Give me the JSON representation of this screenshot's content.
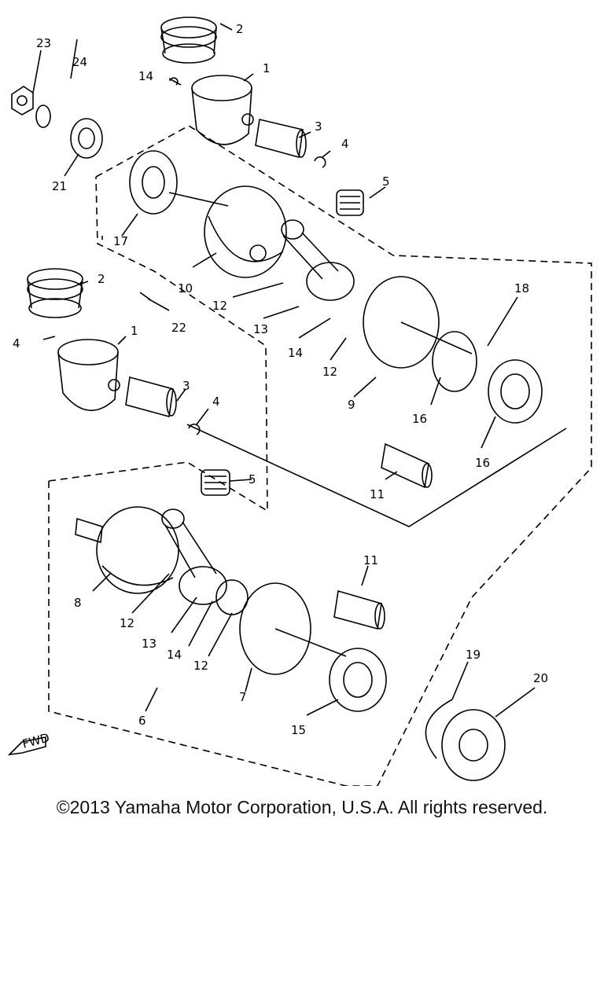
{
  "labels": {
    "n1": "1",
    "n2": "2",
    "n3": "3",
    "n4": "4",
    "n5": "5",
    "n6": "6",
    "n7": "7",
    "n8": "8",
    "n9": "9",
    "n10": "10",
    "n11": "11",
    "n12": "12",
    "n13": "13",
    "n14": "14",
    "n15": "15",
    "n16": "16",
    "n17": "17",
    "n18": "18",
    "n19": "19",
    "n20": "20",
    "n21": "21",
    "n22": "22",
    "n23": "23",
    "n24": "24"
  },
  "fwd_label": "FWD",
  "copyright": "©2013 Yamaha Motor Corporation, U.S.A. All rights reserved."
}
